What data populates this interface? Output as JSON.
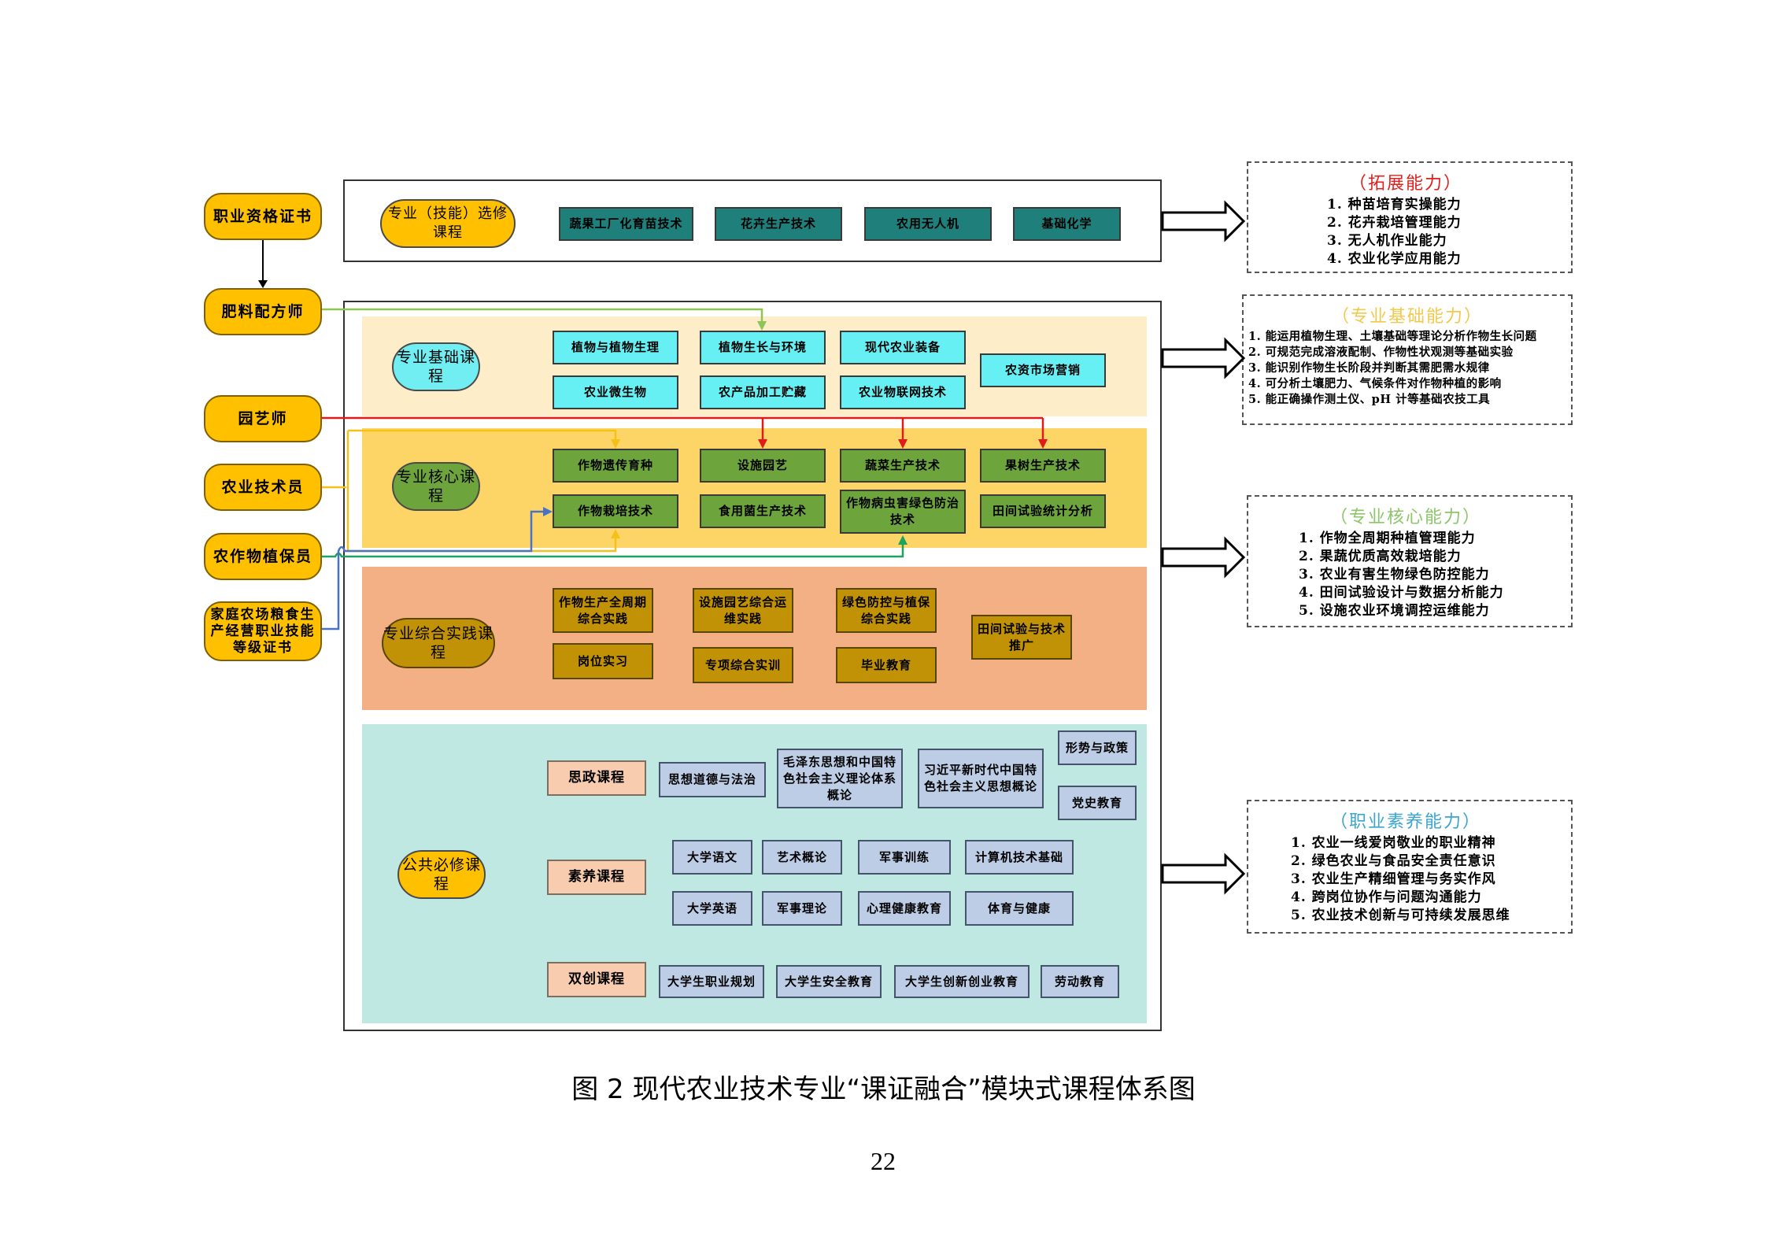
{
  "figure": {
    "caption": "图 2 现代农业技术专业“课证融合”模块式课程体系图",
    "page_number": "22"
  },
  "certificates": [
    {
      "id": "cert-vocational-qualification",
      "label": "职业资格证书"
    },
    {
      "id": "cert-fertilizer-formulator",
      "label": "肥料配方师"
    },
    {
      "id": "cert-horticulturist",
      "label": "园艺师"
    },
    {
      "id": "cert-agri-technician",
      "label": "农业技术员"
    },
    {
      "id": "cert-crop-protector",
      "label": "农作物植保员"
    },
    {
      "id": "cert-family-farm",
      "label": "家庭农场粮食生产经营职业技能等级证书"
    }
  ],
  "modules": {
    "elective": {
      "label": "专业（技能）选修课程",
      "courses": [
        "蔬果工厂化育苗技术",
        "花卉生产技术",
        "农用无人机",
        "基础化学"
      ]
    },
    "foundation": {
      "label": "专业基础课程",
      "courses": [
        "植物与植物生理",
        "植物生长与环境",
        "现代农业装备",
        "农业微生物",
        "农产品加工贮藏",
        "农业物联网技术",
        "农资市场营销"
      ]
    },
    "core": {
      "label": "专业核心课程",
      "courses": [
        "作物遗传育种",
        "设施园艺",
        "蔬菜生产技术",
        "果树生产技术",
        "作物栽培技术",
        "食用菌生产技术",
        "作物病虫害绿色防治技术",
        "田间试验统计分析"
      ]
    },
    "practice": {
      "label": "专业综合实践课程",
      "courses": [
        "作物生产全周期综合实践",
        "设施园艺综合运维实践",
        "绿色防控与植保综合实践",
        "田间试验与技术推广",
        "岗位实习",
        "专项综合实训",
        "毕业教育"
      ]
    },
    "public": {
      "label": "公共必修课程",
      "groups": [
        {
          "label": "思政课程",
          "courses": [
            "思想道德与法治",
            "毛泽东思想和中国特色社会主义理论体系概论",
            "习近平新时代中国特色社会主义思想概论",
            "形势与政策",
            "党史教育"
          ]
        },
        {
          "label": "素养课程",
          "courses": [
            "大学语文",
            "艺术概论",
            "军事训练",
            "计算机技术基础",
            "大学英语",
            "军事理论",
            "心理健康教育",
            "体育与健康"
          ]
        },
        {
          "label": "双创课程",
          "courses": [
            "大学生职业规划",
            "大学生安全教育",
            "大学生创新创业教育",
            "劳动教育"
          ]
        }
      ]
    }
  },
  "abilities": [
    {
      "title": "（拓展能力）",
      "color": "#e0201c",
      "items": [
        "1. 种苗培育实操能力",
        "2. 花卉栽培管理能力",
        "3. 无人机作业能力",
        "4. 农业化学应用能力"
      ]
    },
    {
      "title": "（专业基础能力）",
      "color": "#f2c94c",
      "items": [
        "1. 能运用植物生理、土壤基础等理论分析作物生长问题",
        "2. 可规范完成溶液配制、作物性状观测等基础实验",
        "3. 能识别作物生长阶段并判断其需肥需水规律",
        "4. 可分析土壤肥力、气候条件对作物种植的影响",
        "5. 能正确操作测土仪、pH 计等基础农技工具"
      ]
    },
    {
      "title": "（专业核心能力）",
      "color": "#8cc56a",
      "items": [
        "1. 作物全周期种植管理能力",
        "2. 果蔬优质高效栽培能力",
        "3. 农业有害生物绿色防控能力",
        "4. 田间试验设计与数据分析能力",
        "5. 设施农业环境调控运维能力"
      ]
    },
    {
      "title": "（职业素养能力）",
      "color": "#3aa6d0",
      "items": [
        "1. 农业一线爱岗敬业的职业精神",
        "2. 绿色农业与食品安全责任意识",
        "3. 农业生产精细管理与务实作风",
        "4. 跨岗位协作与问题沟通能力",
        "5. 农业技术创新与可持续发展思维"
      ]
    }
  ],
  "connectors": [
    {
      "from": "职业资格证书",
      "to": "肥料配方师",
      "color": "#000000"
    },
    {
      "from": "肥料配方师",
      "to": "植物生长与环境",
      "color": "#8fc555"
    },
    {
      "from": "园艺师",
      "to": [
        "设施园艺",
        "蔬菜生产技术",
        "果树生产技术"
      ],
      "color": "#e01b1b"
    },
    {
      "from": "农业技术员",
      "to": [
        "作物遗传育种",
        "作物栽培技术"
      ],
      "color": "#f5c018"
    },
    {
      "from": "农作物植保员",
      "to": "作物病虫害绿色防治技术",
      "color": "#1fa25b"
    },
    {
      "from": "家庭农场粮食生产经营职业技能等级证书",
      "to": "作物栽培技术",
      "color": "#4a72c4"
    }
  ]
}
